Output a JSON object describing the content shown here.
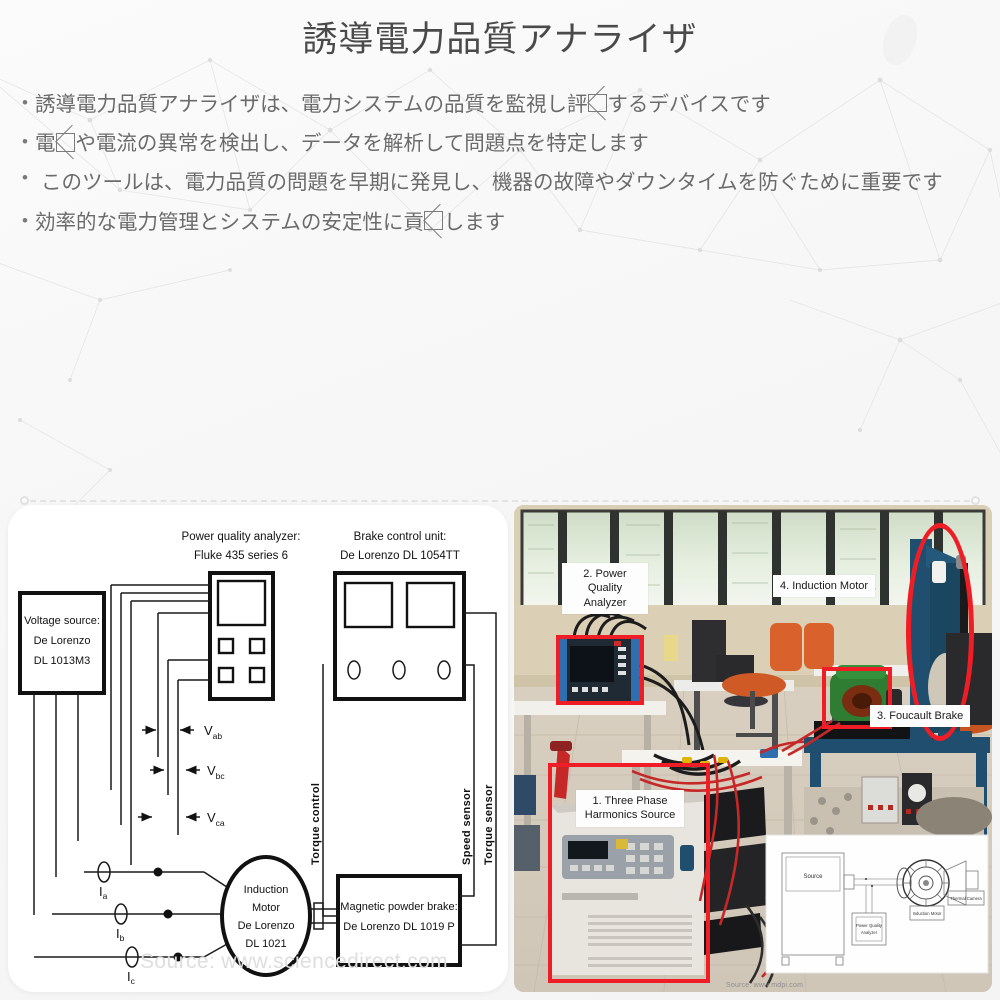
{
  "slide": {
    "title": "誘導電力品質アナライザ",
    "bullets": [
      {
        "pre": "誘導電力品質アナライザは、電力システムの品質を監視し評",
        "tofu": true,
        "post": "するデバイスです",
        "indent": false,
        "raised": false
      },
      {
        "pre": "電",
        "tofu": true,
        "post": "や電流の異常を検出し、データを解析して問題点を特定します",
        "indent": false,
        "raised": false
      },
      {
        "pre": " このツールは、電力品質の問題を早期に発見し、機器の故障やダウンタイムを防ぐために重要です",
        "tofu": false,
        "post": "",
        "indent": true,
        "raised": true
      },
      {
        "pre": "効率的な電力管理とシステムの安定性に貢",
        "tofu": true,
        "post": "します",
        "indent": false,
        "raised": false
      }
    ],
    "bullet_marker": "•",
    "accent_color": "#ef1d25",
    "text_color": "#6b6b6b",
    "title_color": "#4a4a4a"
  },
  "diagram": {
    "caption_source": "Source: www.sciencedirect.com",
    "blocks": {
      "voltage_source": [
        "Voltage source:",
        "De Lorenzo",
        "DL 1013M3"
      ],
      "analyzer_title": [
        "Power quality analyzer:",
        "Fluke 435 series 6"
      ],
      "brake_unit_title": [
        "Brake control unit:",
        "De Lorenzo DL 1054TT"
      ],
      "motor": [
        "Induction",
        "Motor",
        "De Lorenzo",
        "DL 1021"
      ],
      "powder_brake": [
        "Magnetic powder brake:",
        "De Lorenzo DL 1019 P"
      ]
    },
    "voltage_labels": [
      "V",
      "V",
      "V"
    ],
    "voltage_subs": [
      "ab",
      "bc",
      "ca"
    ],
    "current_labels": [
      "I",
      "I",
      "I"
    ],
    "current_subs": [
      "a",
      "b",
      "c"
    ],
    "vertical_labels": [
      "Torque control",
      "Speed sensor",
      "Torque sensor"
    ]
  },
  "photo": {
    "labels": [
      {
        "id": "pq-analyzer",
        "lines": [
          "2. Power Quality",
          "Analyzer"
        ]
      },
      {
        "id": "induction-motor",
        "lines": [
          "4. Induction Motor"
        ]
      },
      {
        "id": "foucault-brake",
        "lines": [
          "3. Foucault Brake"
        ]
      },
      {
        "id": "harmonics-source",
        "lines": [
          "1. Three Phase",
          "Harmonics Source"
        ]
      }
    ],
    "inset": {
      "source": "Source",
      "pq_analyzer": "Power Quality Analyzer",
      "induction_motor": "Induction Motor",
      "thermal_camera": "Thermal Camera"
    },
    "caption_source": "Source: www.mdpi.com"
  }
}
